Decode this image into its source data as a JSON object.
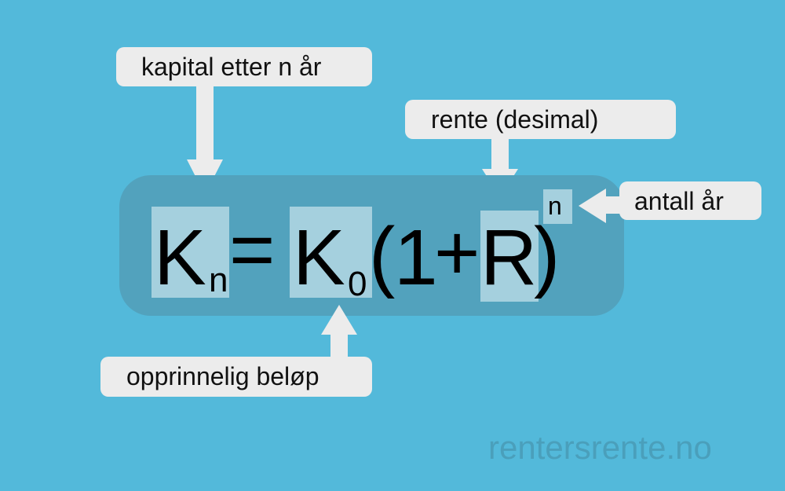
{
  "colors": {
    "background": "#53b9da",
    "panel": "#52a2bd",
    "highlight": "#a5d0de",
    "label_bg": "#ececec",
    "text": "#000000",
    "watermark": "#4a9fbb"
  },
  "formula": {
    "K": "K",
    "n_sub": "n",
    "equals": "=",
    "K2": "K",
    "zero_sub": "0",
    "open_paren": "(",
    "one": "1",
    "plus": "+",
    "R": "R",
    "close_paren": ")",
    "exponent": "n"
  },
  "labels": {
    "kn": "kapital etter n år",
    "rate": "rente (desimal)",
    "years": "antall år",
    "k0": "opprinnelig beløp"
  },
  "watermark": "rentersrente.no"
}
